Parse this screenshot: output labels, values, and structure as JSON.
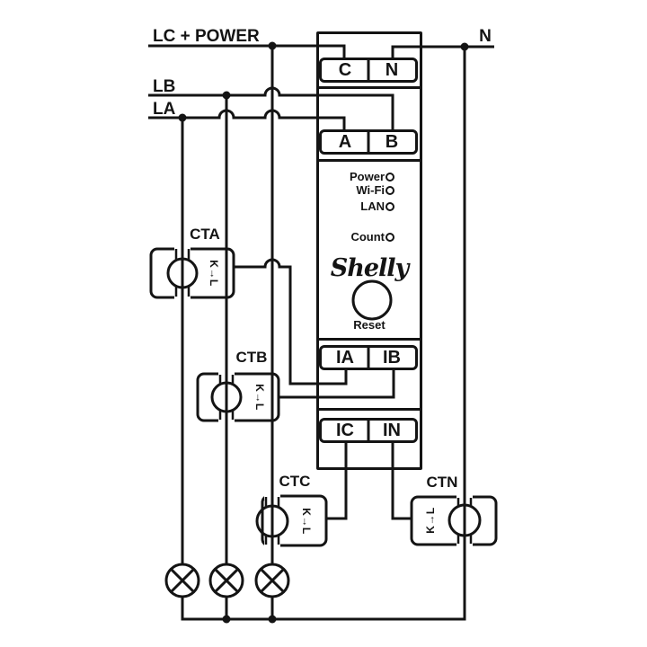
{
  "colors": {
    "ink": "#141414",
    "background": "#ffffff"
  },
  "supply_lines": {
    "lc_power": "LC + POWER",
    "lb": "LB",
    "la": "LA",
    "neutral": "N"
  },
  "device": {
    "brand": "Shelly",
    "reset_label": "Reset",
    "leds": [
      {
        "label": "Power"
      },
      {
        "label": "Wi-Fi"
      },
      {
        "label": "LAN"
      },
      {
        "label": "Count"
      }
    ],
    "terminals": {
      "power": [
        "C",
        "N"
      ],
      "voltage": [
        "A",
        "B"
      ],
      "current_ab": [
        "IA",
        "IB"
      ],
      "current_cn": [
        "IC",
        "IN"
      ]
    }
  },
  "transformers": [
    {
      "name": "CTA",
      "marking": "K→L"
    },
    {
      "name": "CTB",
      "marking": "K→L"
    },
    {
      "name": "CTC",
      "marking": "K→L"
    },
    {
      "name": "CTN",
      "marking": "K→L"
    }
  ]
}
